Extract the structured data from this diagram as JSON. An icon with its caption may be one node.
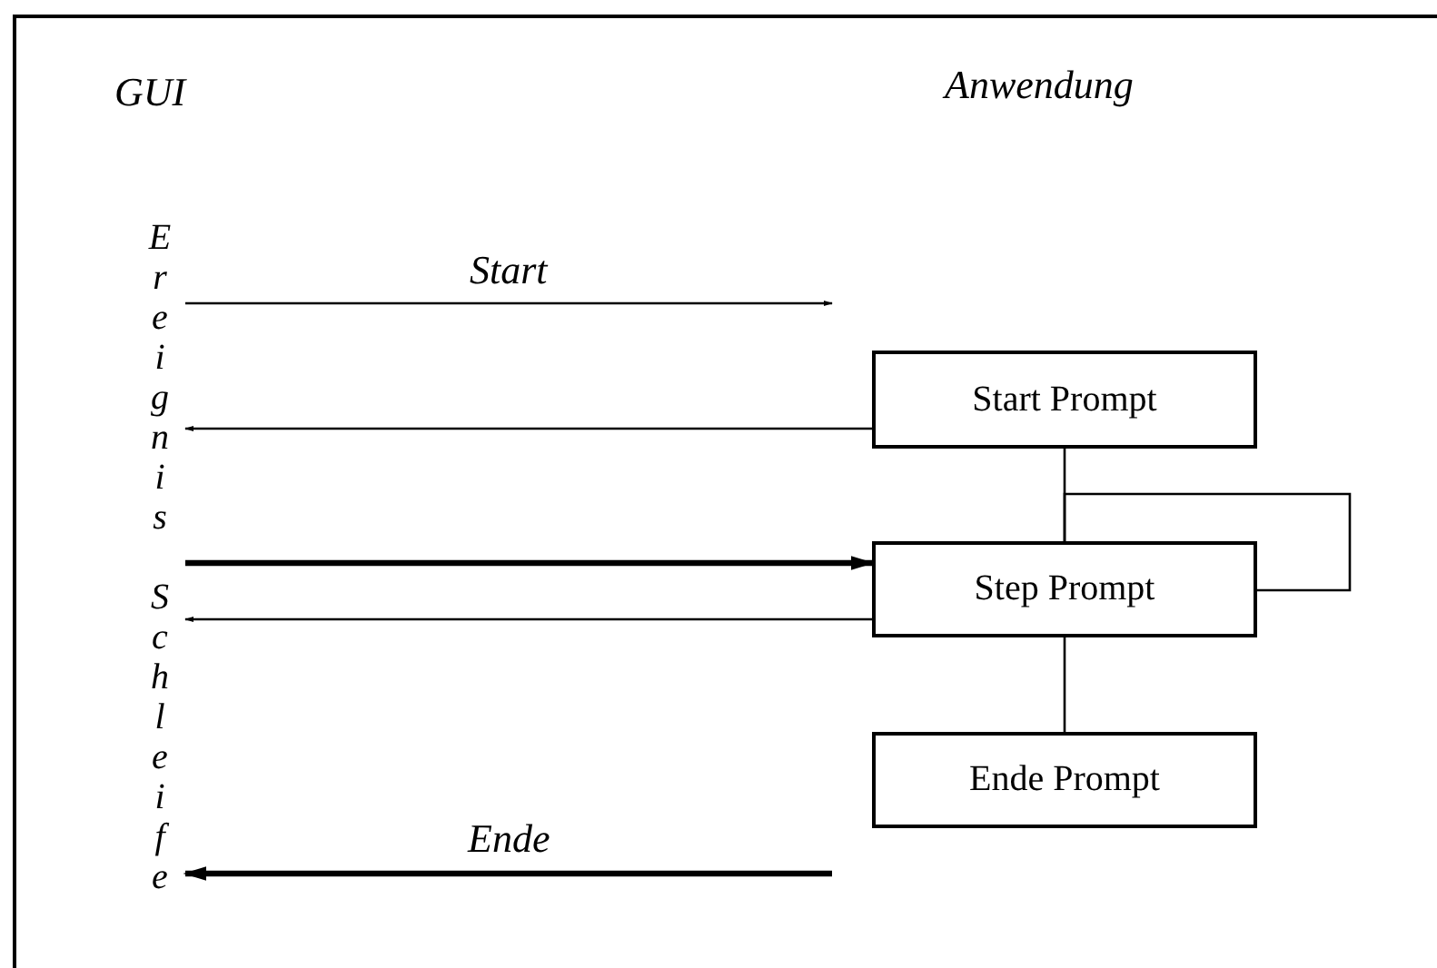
{
  "diagram": {
    "nodes": [
      {
        "text": [
          "Ereignis Schleife"
        ]
      },
      {
        "text": [
          "Start Prompt"
        ]
      },
      {
        "text": [
          "Step Prompt"
        ]
      },
      {
        "text": [
          "Ende Prompt"
        ]
      }
    ],
    "edges": [
      {
        "from": 0,
        "to": null,
        "arrow": "to",
        "label": "Start"
      },
      {
        "from": 1,
        "to": 0,
        "arrow": "to"
      },
      {
        "from": 0,
        "to": 2,
        "arrow": "to",
        "style": "thick"
      },
      {
        "from": 2,
        "to": 0,
        "arrow": "to"
      },
      {
        "from": null,
        "to": 0,
        "arrow": "to",
        "label": "Ende",
        "style": "thick"
      },
      {
        "from": 1,
        "to": 2,
        "arrow": "none"
      },
      {
        "from": 2,
        "to": 2,
        "arrow": "none"
      },
      {
        "from": 2,
        "to": 3,
        "arrow": "none"
      }
    ],
    "labels": [
      "GUI",
      "Anwendung"
    ]
  }
}
